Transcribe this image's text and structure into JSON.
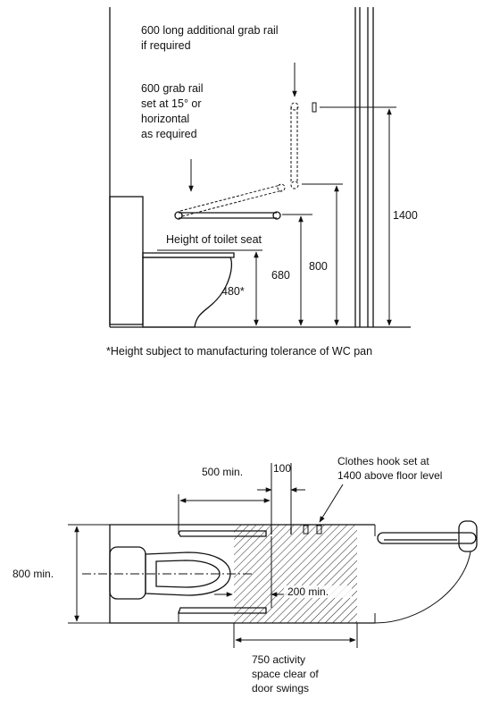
{
  "elevation": {
    "label_additional_rail": [
      "600 long additional grab rail",
      "if required"
    ],
    "label_grab_rail": [
      "600 grab rail",
      "set at 15° or",
      "horizontal",
      "as required"
    ],
    "label_seat_height": "Height of toilet seat",
    "dim_480": "480*",
    "dim_680": "680",
    "dim_800": "800",
    "dim_1400": "1400",
    "footnote": "*Height subject to manufacturing tolerance of WC pan"
  },
  "plan": {
    "dim_500": "500 min.",
    "dim_100": "100",
    "label_hook": [
      "Clothes hook set at",
      "1400 above floor level"
    ],
    "dim_800min": "800 min.",
    "dim_200": "200 min.",
    "label_activity": [
      "750 activity",
      "space clear of",
      "door swings"
    ]
  }
}
